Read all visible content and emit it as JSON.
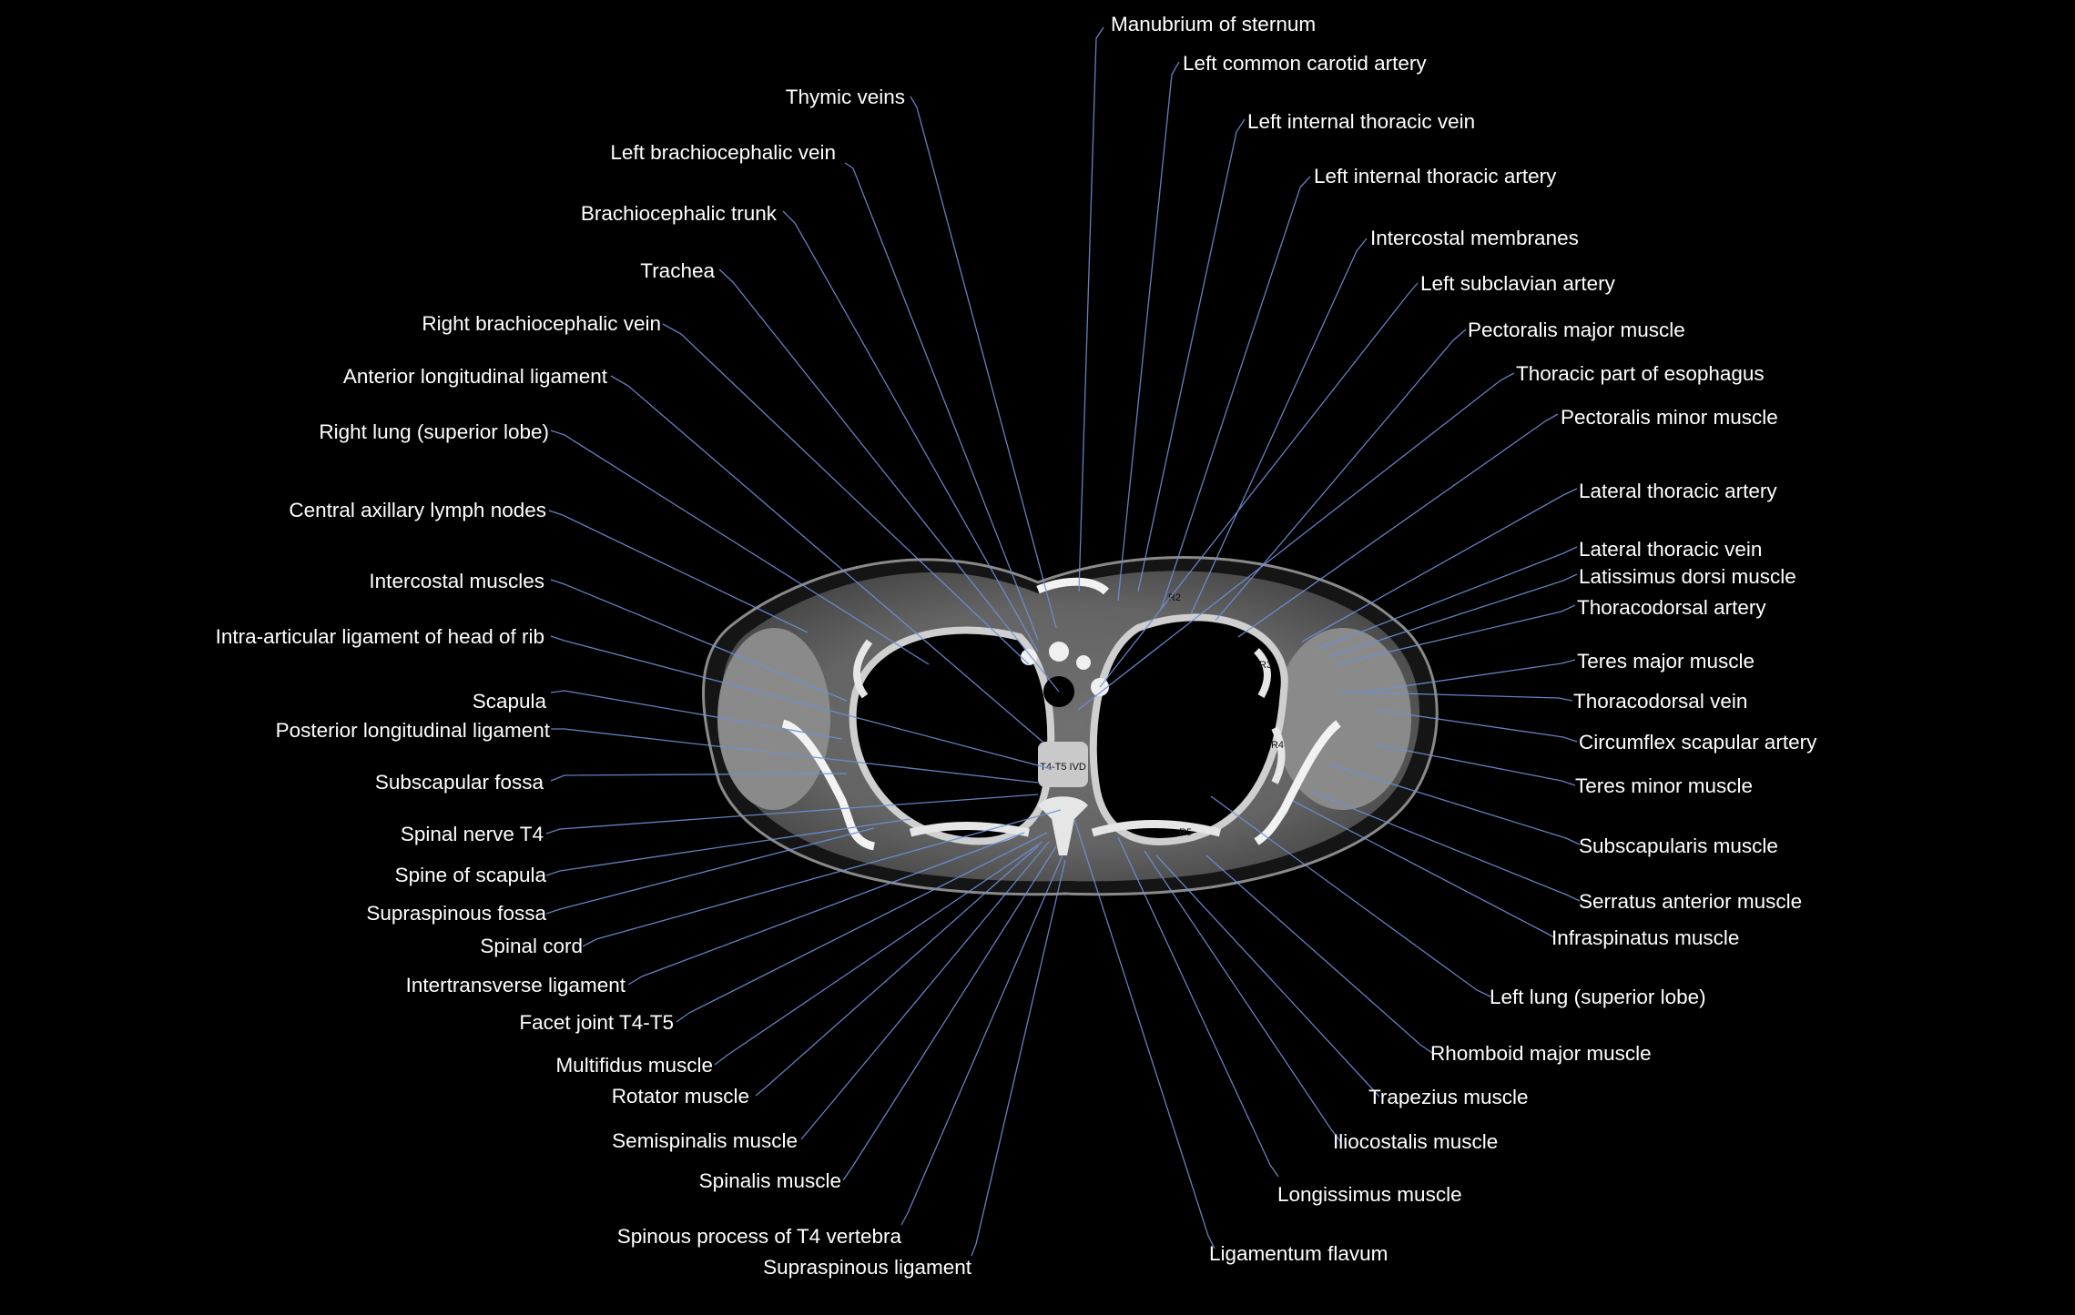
{
  "colors": {
    "background": "#000000",
    "label_text": "#ffffff",
    "leader_line": "#6e8fd6"
  },
  "labels": [
    "Manubrium of sternum",
    "Left common carotid artery",
    "Thymic veins",
    "Left internal thoracic vein",
    "Left brachiocephalic vein",
    "Left internal thoracic artery",
    "Brachiocephalic trunk",
    "Intercostal membranes",
    "Trachea",
    "Left subclavian artery",
    "Right brachiocephalic vein",
    "Pectoralis major muscle",
    "Anterior longitudinal ligament",
    "Thoracic part of esophagus",
    "Pectoralis minor muscle",
    "Right lung (superior lobe)",
    "Lateral thoracic artery",
    "Central axillary lymph nodes",
    "Lateral thoracic vein",
    "Latissimus dorsi muscle",
    "Intercostal muscles",
    "Thoracodorsal artery",
    "Intra-articular ligament of head of rib",
    "Teres major muscle",
    "Scapula",
    "Thoracodorsal vein",
    "Posterior longitudinal ligament",
    "Circumflex scapular artery",
    "Subscapular fossa",
    "Teres minor muscle",
    "Spinal nerve T4",
    "Subscapularis muscle",
    "Spine of scapula",
    "Serratus anterior muscle",
    "Supraspinous fossa",
    "Infraspinatus muscle",
    "Spinal cord",
    "Left lung (superior lobe)",
    "Intertransverse ligament",
    "Rhomboid major muscle",
    "Facet joint T4-T5",
    "Trapezius muscle",
    "Multifidus muscle",
    "Iliocostalis muscle",
    "Rotator muscle",
    "Longissimus muscle",
    "Semispinalis muscle",
    "Spinalis muscle",
    "Ligamentum flavum",
    "Spinous process of T4 vertebra",
    "Supraspinous ligament"
  ],
  "scan_marks": {
    "disc": "T4-T5 IVD",
    "rib_left_2": "R2",
    "rib_left_3": "R3",
    "rib_left_4": "R4",
    "rib_left_5": "R5"
  }
}
